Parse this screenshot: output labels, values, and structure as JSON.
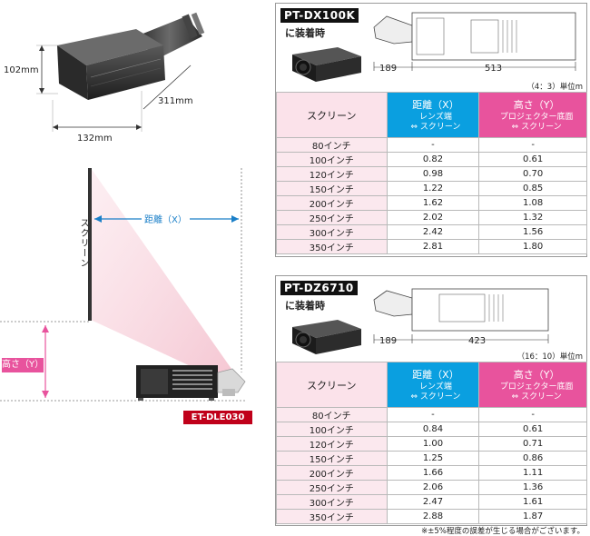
{
  "lens_dims": {
    "height": "102mm",
    "depth": "311mm",
    "width": "132mm"
  },
  "setup": {
    "screen_label": "スクリーン",
    "distance_label": "距離（X）",
    "height_label": "高さ（Y）",
    "lens_model": "ET-DLE030"
  },
  "panels": [
    {
      "model": "PT-DX100K",
      "mount": "に装着時",
      "dim_a": "189",
      "dim_b": "513",
      "unit": "（4：3）単位m",
      "headers": {
        "screen": "スクリーン",
        "dist_main": "距離（X）",
        "dist_sub1": "レンズ端",
        "dist_sub2": "⇔ スクリーン",
        "height_main": "高さ（Y）",
        "height_sub1": "プロジェクター底面",
        "height_sub2": "⇔ スクリーン"
      },
      "rows": [
        [
          "80インチ",
          "-",
          "-"
        ],
        [
          "100インチ",
          "0.82",
          "0.61"
        ],
        [
          "120インチ",
          "0.98",
          "0.70"
        ],
        [
          "150インチ",
          "1.22",
          "0.85"
        ],
        [
          "200インチ",
          "1.62",
          "1.08"
        ],
        [
          "250インチ",
          "2.02",
          "1.32"
        ],
        [
          "300インチ",
          "2.42",
          "1.56"
        ],
        [
          "350インチ",
          "2.81",
          "1.80"
        ]
      ]
    },
    {
      "model": "PT-DZ6710",
      "mount": "に装着時",
      "dim_a": "189",
      "dim_b": "423",
      "unit": "（16：10）単位m",
      "headers": {
        "screen": "スクリーン",
        "dist_main": "距離（X）",
        "dist_sub1": "レンズ端",
        "dist_sub2": "⇔ スクリーン",
        "height_main": "高さ（Y）",
        "height_sub1": "プロジェクター底面",
        "height_sub2": "⇔ スクリーン"
      },
      "rows": [
        [
          "80インチ",
          "-",
          "-"
        ],
        [
          "100インチ",
          "0.84",
          "0.61"
        ],
        [
          "120インチ",
          "1.00",
          "0.71"
        ],
        [
          "150インチ",
          "1.25",
          "0.86"
        ],
        [
          "200インチ",
          "1.66",
          "1.11"
        ],
        [
          "250インチ",
          "2.06",
          "1.36"
        ],
        [
          "300インチ",
          "2.47",
          "1.61"
        ],
        [
          "350インチ",
          "2.88",
          "1.87"
        ]
      ]
    }
  ],
  "footnote": "※±5%程度の誤差が生じる場合がございます。",
  "colors": {
    "distance": "#0a9fe0",
    "height": "#e8539d",
    "screen_bg": "#fbe2ea",
    "lens_tag": "#c0001a"
  }
}
